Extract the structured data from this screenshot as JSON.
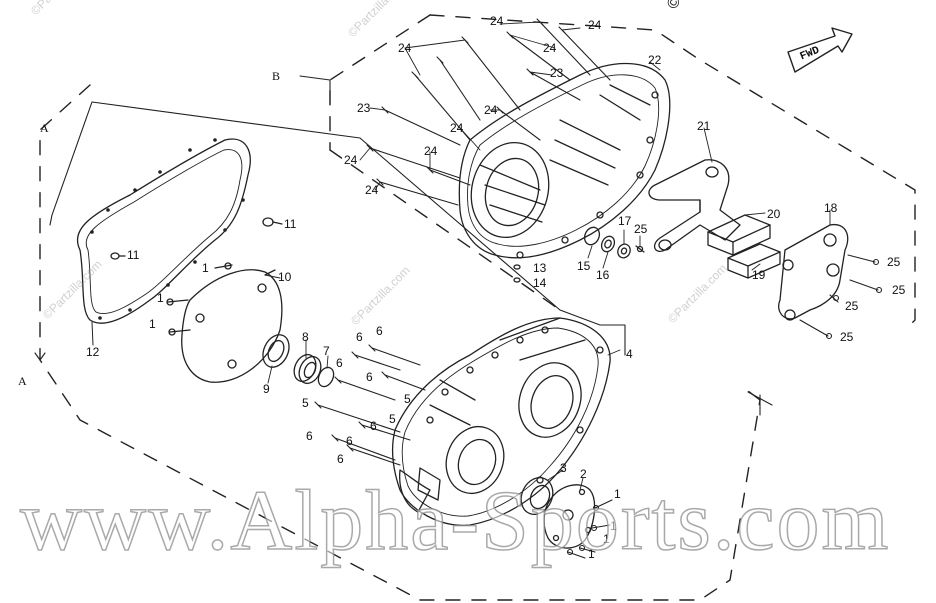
{
  "watermarks": {
    "small": "©Partzilla.com",
    "copyright_corner": "©Partzilla",
    "main": "www.Alpha-Sports.com"
  },
  "arrow_label": "FWD",
  "section_labels": {
    "a": "A",
    "b": "B"
  },
  "callouts": {
    "n1": "1",
    "n2": "2",
    "n3": "3",
    "n4": "4",
    "n5": "5",
    "n6": "6",
    "n7": "7",
    "n8": "8",
    "n9": "9",
    "n10": "10",
    "n11": "11",
    "n12": "12",
    "n13": "13",
    "n14": "14",
    "n15": "15",
    "n16": "16",
    "n17": "17",
    "n18": "18",
    "n19": "19",
    "n20": "20",
    "n21": "21",
    "n22": "22",
    "n23": "23",
    "n24": "24",
    "n25": "25"
  },
  "colors": {
    "line": "#222222",
    "watermark": "#9a9a9a"
  }
}
